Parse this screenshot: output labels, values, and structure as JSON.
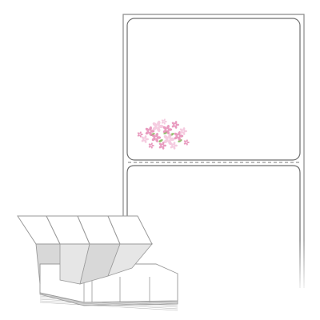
{
  "product": {
    "type": "fanfold-direct-thermal-labels",
    "labels_across": 1,
    "label_shape": "rounded-rectangle",
    "perforation": "dashed-line-between-labels"
  },
  "illustration": {
    "decoration": "pink-flower-cluster-icon",
    "stack_view": "fanfold-stack-illustration"
  },
  "colors": {
    "background": "#ffffff",
    "liner_outline": "#8a8a8a",
    "label_outline": "#6f6f6f",
    "perforation": "#7a7a7a",
    "stack_fill": "#ffffff",
    "stack_shade": "#d8d8d8",
    "stack_edge": "#9a9a9a",
    "flower_pink": "#e58ab4",
    "flower_light": "#f3c3da",
    "flower_leaf": "#8fbf6a"
  }
}
